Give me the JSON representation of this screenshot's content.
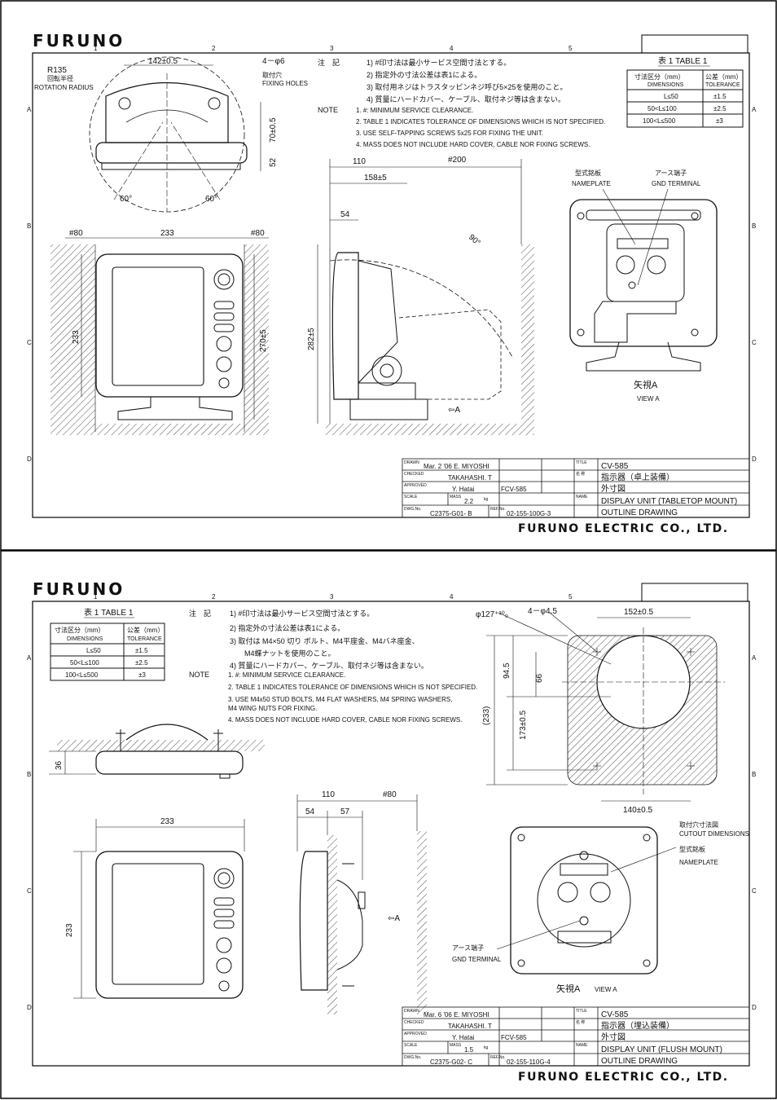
{
  "sheets": [
    {
      "logo": "FURUNO",
      "company": "FURUNO ELECTRIC CO., LTD.",
      "col_marks": [
        "1",
        "2",
        "3",
        "4",
        "5"
      ],
      "row_marks": [
        "A",
        "B",
        "C",
        "D"
      ],
      "notes_ja": [
        "1) #印寸法は最小サービス空間寸法とする。",
        "2) 指定外の寸法公差は表1による。",
        "3) 取付用ネジはトラスタッピンネジ呼び5×25を使用のこと。",
        "4) 質量にハードカバー、ケーブル、取付ネジ等は含まない。"
      ],
      "notes_ja_head": "注　記",
      "notes_en_head": "NOTE",
      "notes_en": [
        "1.  #: MINIMUM SERVICE CLEARANCE.",
        "2.  TABLE 1 INDICATES TOLERANCE OF DIMENSIONS WHICH IS NOT SPECIFIED.",
        "3.  USE SELF-TAPPING SCREWS 5x25 FOR FIXING THE UNIT.",
        "4.  MASS DOES NOT INCLUDE HARD COVER, CABLE NOR FIXING SCREWS."
      ],
      "table": {
        "title": "表 1 TABLE 1",
        "h1": "寸法区分（mm）",
        "h1e": "DIMENSIONS",
        "h2": "公差（mm）",
        "h2e": "TOLERANCE",
        "rows": [
          [
            "L≤50",
            "±1.5"
          ],
          [
            "50<L≤100",
            "±2.5"
          ],
          [
            "100<L≤500",
            "±3"
          ]
        ]
      },
      "dims": {
        "r135": "R135",
        "r135_ja": "回転半径",
        "rot": "ROTATION RADIUS",
        "w142": "142±0.5",
        "holes": "4－φ6",
        "holes_ja": "取付穴",
        "holes_en": "FIXING HOLES",
        "d70": "70±0.5",
        "d52": "52",
        "a60": "60°",
        "a60b": "60°",
        "c80l": "#80",
        "w233": "233",
        "c80r": "#80",
        "h233": "233",
        "h270": "270±5",
        "d110": "110",
        "c200": "#200",
        "d158": "158±5",
        "d54": "54",
        "a90": "90°",
        "h282": "282±5",
        "arrow_a": "⇦A",
        "np_ja": "型式銘板",
        "np_en": "NAMEPLATE",
        "gnd_ja": "アース端子",
        "gnd_en": "GND TERMINAL",
        "view_ja": "矢視A",
        "view_en": "VIEW A"
      },
      "title_block": {
        "drawn": "DRAWN",
        "drawn_val": "Mar. 2 '06  E. MIYOSHI",
        "checked": "CHECKED",
        "checked_val": "TAKAHASHI. T",
        "approved": "APPROVED",
        "approved_val": "Y. Hatai",
        "scale": "SCALE",
        "mass": "MASS",
        "mass_val": "2.2",
        "mass_unit": "kg",
        "dwg": "DWG.No.",
        "dwg_val": "C2375-G01- B",
        "ref": "REF.No.",
        "ref_val": "02-155-100G-3",
        "model": "FCV-585",
        "title_lbl": "TITLE",
        "title_val": "CV-585",
        "name_ja_lbl": "名 称",
        "name_ja": "指示器（卓上装備）",
        "outline_ja": "外寸図",
        "name_lbl": "NAME",
        "name_en": "DISPLAY UNIT (TABLETOP MOUNT)",
        "outline_en": "OUTLINE DRAWING"
      }
    },
    {
      "logo": "FURUNO",
      "company": "FURUNO ELECTRIC CO., LTD.",
      "col_marks": [
        "1",
        "2",
        "3",
        "4",
        "5"
      ],
      "row_marks": [
        "A",
        "B",
        "C",
        "D"
      ],
      "notes_ja_head": "注　記",
      "notes_ja": [
        "1) #印寸法は最小サービス空間寸法とする。",
        "2) 指定外の寸法公差は表1による。",
        "3) 取付は M4×50 切り ボルト、M4平座金、M4バネ座金、",
        "　　M4蝶ナットを使用のこと。",
        "4) 質量にハードカバー、ケーブル、取付ネジ等は含まない。"
      ],
      "notes_en_head": "NOTE",
      "notes_en": [
        "1.  #: MINIMUM SERVICE CLEARANCE.",
        "2.  TABLE 1 INDICATES TOLERANCE OF DIMENSIONS WHICH IS NOT SPECIFIED.",
        "3.  USE M4x50 STUD BOLTS, M4 FLAT WASHERS, M4 SPRING WASHERS,",
        "     M4 WING NUTS FOR FIXING.",
        "4.  MASS DOES NOT INCLUDE HARD COVER, CABLE NOR FIXING SCREWS."
      ],
      "table": {
        "title": "表 1 TABLE 1",
        "h1": "寸法区分（mm）",
        "h1e": "DIMENSIONS",
        "h2": "公差（mm）",
        "h2e": "TOLERANCE",
        "rows": [
          [
            "L≤50",
            "±1.5"
          ],
          [
            "50<L≤100",
            "±2.5"
          ],
          [
            "100<L≤500",
            "±3"
          ]
        ]
      },
      "dims": {
        "d36": "36",
        "w233": "233",
        "h233": "233",
        "d110": "110",
        "c80": "#80",
        "d54": "54",
        "d57": "57",
        "arrow_a": "⇦A",
        "phi127": "φ127⁺¹⁰₀",
        "holes": "4－φ4.5",
        "w152": "152±0.5",
        "d94": "94.5",
        "d66": "66",
        "d173": "173±0.5",
        "p233": "(233)",
        "w140": "140±0.5",
        "cut_ja": "取付穴寸法図",
        "cut_en": "CUTOUT DIMENSIONS",
        "np_ja": "型式銘板",
        "np_en": "NAMEPLATE",
        "gnd_ja": "アース端子",
        "gnd_en": "GND TERMINAL",
        "view_ja": "矢視A",
        "view_en": "VIEW A"
      },
      "title_block": {
        "drawn": "DRAWN",
        "drawn_val": "Mar. 6 '06  E. MIYOSHI",
        "checked": "CHECKED",
        "checked_val": "TAKAHASHI. T",
        "approved": "APPROVED",
        "approved_val": "Y. Hatai",
        "scale": "SCALE",
        "mass": "MASS",
        "mass_val": "1.5",
        "mass_unit": "kg",
        "dwg": "DWG.No.",
        "dwg_val": "C2375-G02- C",
        "ref": "REF.No.",
        "ref_val": "02-155-110G-4",
        "model": "FCV-585",
        "title_lbl": "TITLE",
        "title_val": "CV-585",
        "name_ja_lbl": "名 称",
        "name_ja": "指示器（埋込装備）",
        "outline_ja": "外寸図",
        "name_lbl": "NAME",
        "name_en": "DISPLAY UNIT (FLUSH MOUNT)",
        "outline_en": "OUTLINE DRAWING"
      }
    }
  ]
}
